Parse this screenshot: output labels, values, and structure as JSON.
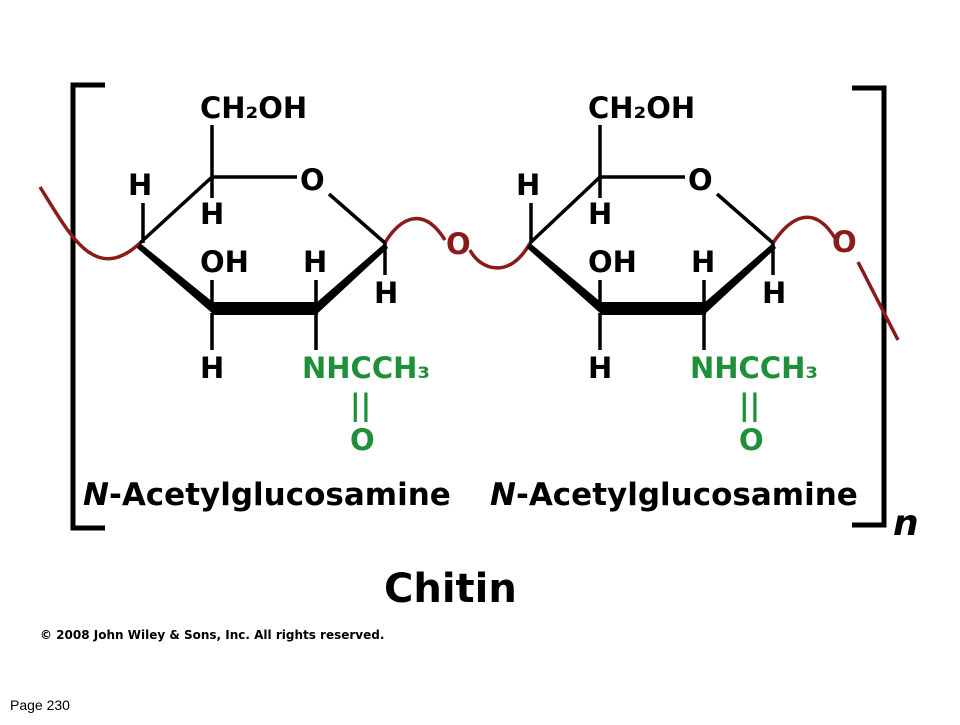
{
  "diagram": {
    "title": "Chitin",
    "repeat_subscript": "n",
    "copyright": "© 2008 John Wiley & Sons, Inc. All rights reserved.",
    "page_label": "Page 230",
    "colors": {
      "bond": "#000000",
      "linkage": "#8b1a1a",
      "acetyl": "#1f8f3a"
    },
    "units": [
      {
        "name": "N-Acetylglucosamine",
        "name_prefix": "N",
        "name_rest": "-Acetylglucosamine",
        "c6_group": "CH₂OH",
        "ring_oxygen": "O",
        "c4_h": "H",
        "c5_h": "H",
        "c3_oh": "OH",
        "c2_h": "H",
        "c1_h": "H",
        "c3_h": "H",
        "c2_substituent": "NHCCH₃",
        "carbonyl_bond": "||",
        "carbonyl_o": "O",
        "glycosidic_o": "O"
      },
      {
        "name": "N-Acetylglucosamine",
        "name_prefix": "N",
        "name_rest": "-Acetylglucosamine",
        "c6_group": "CH₂OH",
        "ring_oxygen": "O",
        "c4_h": "H",
        "c5_h": "H",
        "c3_oh": "OH",
        "c2_h": "H",
        "c1_h": "H",
        "c3_h": "H",
        "c2_substituent": "NHCCH₃",
        "carbonyl_bond": "||",
        "carbonyl_o": "O",
        "glycosidic_o": "O"
      }
    ]
  }
}
